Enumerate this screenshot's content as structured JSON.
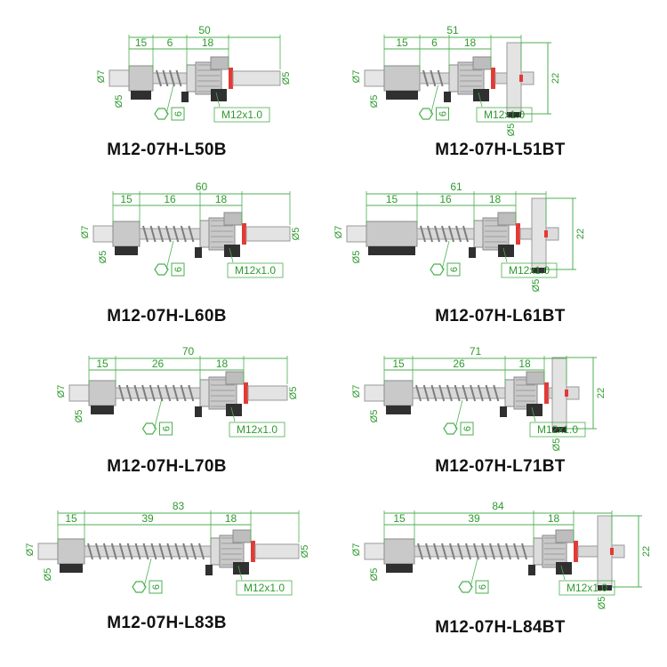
{
  "colors": {
    "dim_line": "#4caf50",
    "dim_text": "#2e9a2e",
    "metal": "#c9c9c9",
    "dark": "#303030",
    "seal": "#e53935",
    "title": "#111111"
  },
  "labels": {
    "d7": "Ø7",
    "d5": "Ø5",
    "hex": "6",
    "thread": "M12x1.0",
    "tee_height": "22"
  },
  "parts": [
    {
      "model": "M12-07H-L50B",
      "total": "50",
      "a": "15",
      "b": "6",
      "c": "18",
      "tee": false
    },
    {
      "model": "M12-07H-L51BT",
      "total": "51",
      "a": "15",
      "b": "6",
      "c": "18",
      "tee": true
    },
    {
      "model": "M12-07H-L60B",
      "total": "60",
      "a": "15",
      "b": "16",
      "c": "18",
      "tee": false
    },
    {
      "model": "M12-07H-L61BT",
      "total": "61",
      "a": "15",
      "b": "16",
      "c": "18",
      "tee": true
    },
    {
      "model": "M12-07H-L70B",
      "total": "70",
      "a": "15",
      "b": "26",
      "c": "18",
      "tee": false
    },
    {
      "model": "M12-07H-L71BT",
      "total": "71",
      "a": "15",
      "b": "26",
      "c": "18",
      "tee": true
    },
    {
      "model": "M12-07H-L83B",
      "total": "83",
      "a": "15",
      "b": "39",
      "c": "18",
      "tee": false
    },
    {
      "model": "M12-07H-L84BT",
      "total": "84",
      "a": "15",
      "b": "39",
      "c": "18",
      "tee": true
    }
  ]
}
